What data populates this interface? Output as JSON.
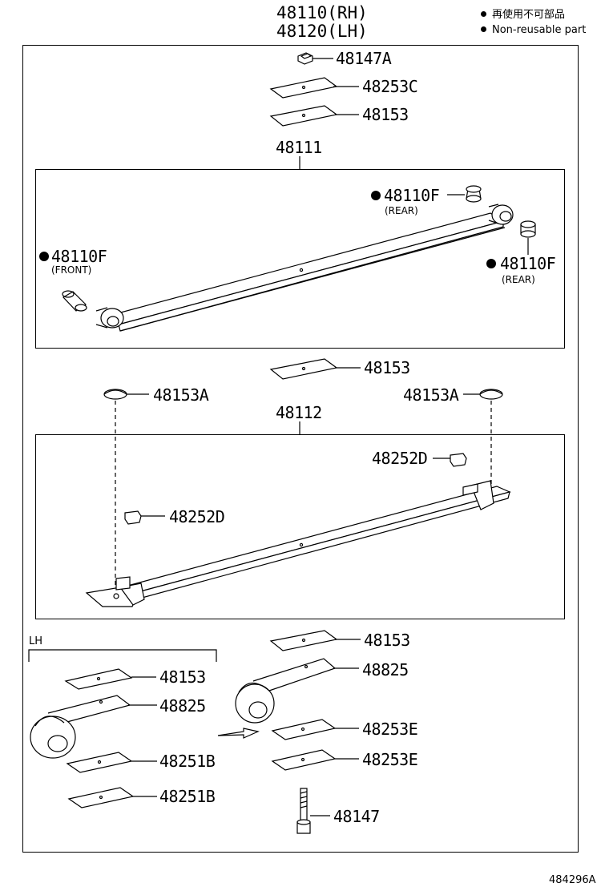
{
  "header": {
    "rh_part": "48110(RH)",
    "lh_part": "48120(LH)",
    "legend_jp": "再使用不可部品",
    "legend_en": "Non-reusable part"
  },
  "labels": {
    "p48147A": "48147A",
    "p48253C": "48253C",
    "p48153_top": "48153",
    "p48111": "48111",
    "p48110F_rear1": "48110F",
    "rear1": "(REAR)",
    "p48110F_front": "48110F",
    "front": "(FRONT)",
    "p48110F_rear2": "48110F",
    "rear2": "(REAR)",
    "p48153_mid": "48153",
    "p48153A_left": "48153A",
    "p48153A_right": "48153A",
    "p48112": "48112",
    "p48252D_upper": "48252D",
    "p48252D_lower": "48252D",
    "lh": "LH",
    "lh_48153": "48153",
    "lh_48825": "48825",
    "lh_48251B_1": "48251B",
    "lh_48251B_2": "48251B",
    "rh_48153": "48153",
    "rh_48825": "48825",
    "rh_48253E_1": "48253E",
    "rh_48253E_2": "48253E",
    "p48147": "48147"
  },
  "footer": {
    "diagram_id": "484296A"
  }
}
